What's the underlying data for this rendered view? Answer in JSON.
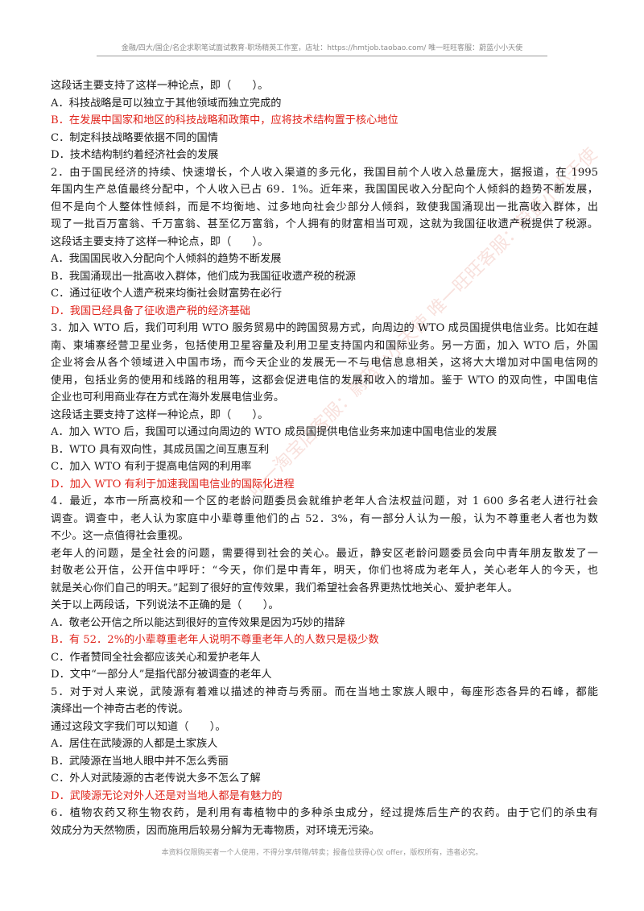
{
  "header": {
    "text": "金融/四大/国企/名企求职笔试面试教育-职场精英工作室，店址：https://hmtjob.taobao.com/ 唯一旺旺客服：蔚蓝小小天使"
  },
  "lines": [
    {
      "text": "这段话主要支持了这样一种论点，即（　　）。",
      "red": false,
      "justify": false
    },
    {
      "text": "A．科技战略是可以独立于其他领域而独立完成的",
      "red": false,
      "justify": false
    },
    {
      "text": "B．在发展中国家和地区的科技战略和政策中，应将技术结构置于核心地位",
      "red": true,
      "justify": false
    },
    {
      "text": "C．制定科技战略要依据不同的国情",
      "red": false,
      "justify": false
    },
    {
      "text": "D．技术结构制约着经济社会的发展",
      "red": false,
      "justify": false
    },
    {
      "text": "2．由于国民经济的持续、快速增长，个人收入渠道的多元化，我国目前个人收入总量庞大，据报道，在 1995",
      "red": false,
      "justify": true
    },
    {
      "text": "年国内生产总值最终分配中，个人收入已占 69．1%。近年来，我国国民收入分配向个人倾斜的趋势不断发展，",
      "red": false,
      "justify": true
    },
    {
      "text": "但不是向个人整体性倾斜，而是不均衡地、过多地向社会少部分人倾斜，致使我国涌现出一批高收入群体，出",
      "red": false,
      "justify": true
    },
    {
      "text": "现了一批百万富翁、千万富翁、甚至亿万富翁，个人拥有的财富相当可观，这就为我国征收遗产税提供了税源。",
      "red": false,
      "justify": true
    },
    {
      "text": "这段话主要支持了这样一种论点，即（　　）。",
      "red": false,
      "justify": false
    },
    {
      "text": "A．我国国民收入分配向个人倾斜的趋势不断发展",
      "red": false,
      "justify": false
    },
    {
      "text": "B．我国涌现出一批高收入群体，他们成为我国征收遗产税的税源",
      "red": false,
      "justify": false
    },
    {
      "text": "C．通过征收个人遗产税来均衡社会财富势在必行",
      "red": false,
      "justify": false
    },
    {
      "text": "D．我国已经具备了征收遗产税的经济基础",
      "red": true,
      "justify": false
    },
    {
      "text": "3．加入 WTO 后，我们可利用 WTO 服务贸易中的跨国贸易方式，向周边的 WTO 成员国提供电信业务。比如在越",
      "red": false,
      "justify": true
    },
    {
      "text": "南、柬埔寨经营卫星业务，包括使用卫星容量及利用卫星支持国内和国际业务。另一方面，加入 WTO 后，外国",
      "red": false,
      "justify": true
    },
    {
      "text": "企业将会从各个领域进入中国市场，而今天企业的发展无一不与电信息息相关，这将大大增加对中国电信网的",
      "red": false,
      "justify": true
    },
    {
      "text": "使用，包括业务的使用和线路的租用等，这都会促进电信的发展和收入的增加。鉴于 WTO 的双向性，中国电信",
      "red": false,
      "justify": true
    },
    {
      "text": "企业也可利用商业存在方式在海外发展电信业务。",
      "red": false,
      "justify": false
    },
    {
      "text": "这段话主要支持了这样一种论点，即（　　）。",
      "red": false,
      "justify": false
    },
    {
      "text": "A．加入 WTO 后，我国可以通过向周边的 WTO 成员国提供电信业务来加速中国电信业的发展",
      "red": false,
      "justify": false
    },
    {
      "text": "B．WTO 具有双向性，其成员国之间互惠互利",
      "red": false,
      "justify": false
    },
    {
      "text": "C．加入 WTO 有利于提高电信网的利用率",
      "red": false,
      "justify": false
    },
    {
      "text": "D．加入 WTO 有利于加速我国电信业的国际化进程",
      "red": true,
      "justify": false
    },
    {
      "text": "4．最近，本市一所高校和一个区的老龄问题委员会就维护老年人合法权益问题，对 1 600 多名老人进行社会",
      "red": false,
      "justify": true
    },
    {
      "text": "调查。调查中，老人认为家庭中小辈尊重他们的占 52．3%，有一部分人认为一般，认为不尊重老人者也为数",
      "red": false,
      "justify": true
    },
    {
      "text": "不少。这一点值得社会重视。",
      "red": false,
      "justify": false
    },
    {
      "text": "老年人的问题，是全社会的问题，需要得到社会的关心。最近，静安区老龄问题委员会向中青年朋友散发了一",
      "red": false,
      "justify": true
    },
    {
      "text": "封敬老公开信，公开信中呼吁：“今天，你们是中青年，明天，你们也将成为老年人，关心老年人的今天，也",
      "red": false,
      "justify": true
    },
    {
      "text": "就是关心你们自己的明天。”起到了很好的宣传效果，我们希望社会各界更热忱地关心、爱护老年人。",
      "red": false,
      "justify": false
    },
    {
      "text": "关于以上两段话，下列说法不正确的是（　　）。",
      "red": false,
      "justify": false
    },
    {
      "text": "A．敬老公开信之所以能达到很好的宣传效果是因为巧妙的措辞",
      "red": false,
      "justify": false
    },
    {
      "text": "B．有 52．2%的小辈尊重老年人说明不尊重老年人的人数只是极少数",
      "red": true,
      "justify": false
    },
    {
      "text": "C．作者赞同全社会都应该关心和爱护老年人",
      "red": false,
      "justify": false
    },
    {
      "text": "D．文中“一部分人”是指代部分被调查的老年人",
      "red": false,
      "justify": false
    },
    {
      "text": "5．对于对人来说，武陵源有着难以描述的神奇与秀丽。而在当地土家族人眼中，每座形态各异的石峰，都能",
      "red": false,
      "justify": true
    },
    {
      "text": "演绎出一个神奇古老的传说。",
      "red": false,
      "justify": false
    },
    {
      "text": "通过这段文字我们可以知道（　　）。",
      "red": false,
      "justify": false
    },
    {
      "text": "A．居住在武陵源的人都是土家族人",
      "red": false,
      "justify": false
    },
    {
      "text": "B．武陵源在当地人眼中并不怎么秀丽",
      "red": false,
      "justify": false
    },
    {
      "text": "C．外人对武陵源的古老传说大多不怎么了解",
      "red": false,
      "justify": false
    },
    {
      "text": "D．武陵源无论对外人还是对当地人都是有魅力的",
      "red": true,
      "justify": false
    },
    {
      "text": "6．植物农药又称生物农药，是利用有毒植物中的多种杀虫成分，经过提炼后生产的农药。由于它们的杀虫有",
      "red": false,
      "justify": true
    },
    {
      "text": "效成分为天然物质，因而施用后较易分解为无毒物质，对环境无污染。",
      "red": false,
      "justify": false
    }
  ],
  "watermark": {
    "text": "唯一淘宝店客服：蔚蓝小小天使  唯一旺旺客服：蔚蓝小小天使"
  },
  "footer": {
    "text": "本资料仅限购买者一个人使用，不得分享/转赠/转卖；报备位获得心仪 offer，版权所有，违者必究。"
  }
}
